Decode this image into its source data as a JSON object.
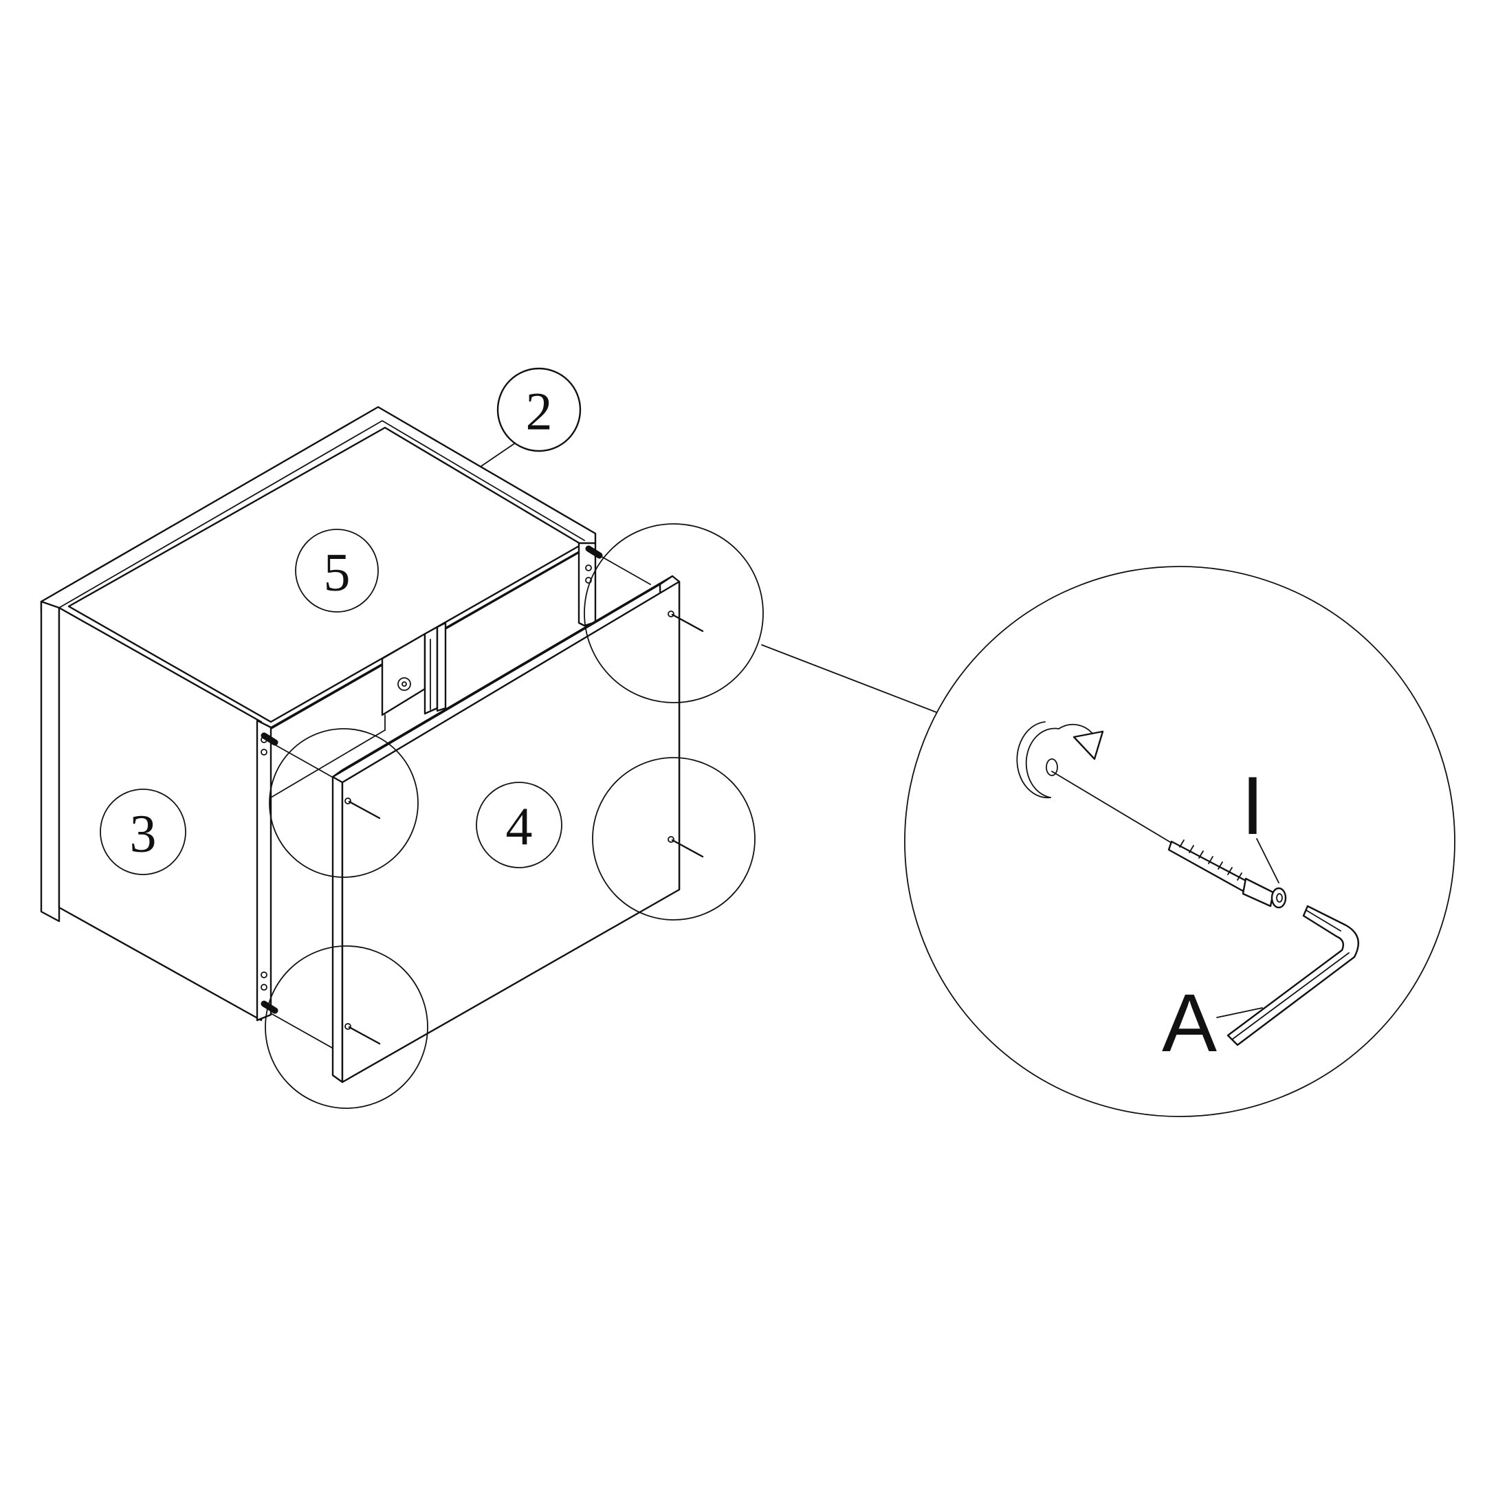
{
  "diagram": {
    "part_labels": {
      "top_board": "2",
      "side_panel": "3",
      "front_panel": "4",
      "shelf": "5"
    },
    "hardware_labels": {
      "screw": "I",
      "hex_key": "A"
    },
    "icons": [
      "rotate-arrow-icon",
      "screw-icon",
      "hex-key-icon"
    ]
  }
}
